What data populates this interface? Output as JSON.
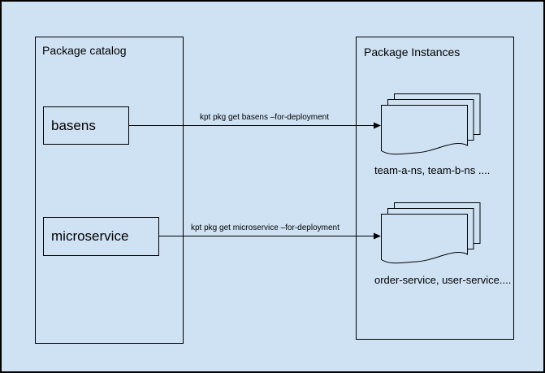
{
  "diagram": {
    "background_color": "#cfe2f3",
    "line_color": "#000000"
  },
  "catalog": {
    "title": "Package catalog",
    "packages": [
      {
        "label": "basens"
      },
      {
        "label": "microservice"
      }
    ]
  },
  "arrows": [
    {
      "label": "kpt pkg get basens –for-deployment"
    },
    {
      "label": "kpt pkg get microservice –for-deployment"
    }
  ],
  "instances": {
    "title": "Package Instances",
    "stacks": [
      {
        "icon": "stacked-documents-icon",
        "caption": "team-a-ns, team-b-ns ...."
      },
      {
        "icon": "stacked-documents-icon",
        "caption": "order-service, user-service...."
      }
    ]
  }
}
